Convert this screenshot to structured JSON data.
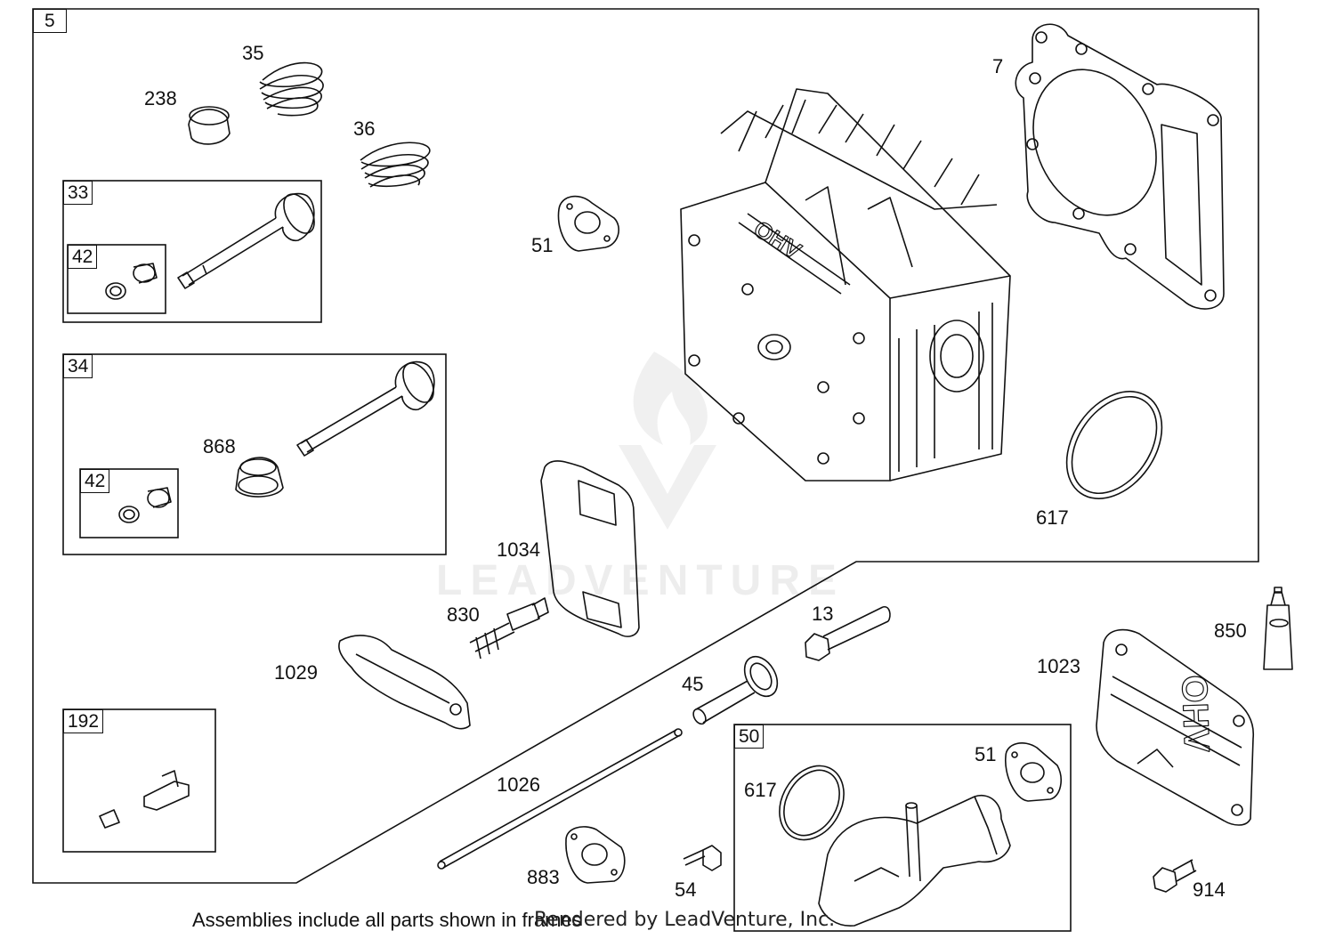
{
  "frames": {
    "main": "5",
    "intake_valve": "33",
    "intake_keepers": "42",
    "exhaust_valve": "34",
    "exhaust_keepers": "42",
    "breather": "192",
    "intake_elbow": "50"
  },
  "callouts": {
    "c238": "238",
    "c35": "35",
    "c36": "36",
    "c7": "7",
    "c51a": "51",
    "c617a": "617",
    "c868": "868",
    "c1034": "1034",
    "c830": "830",
    "c13": "13",
    "c1029": "1029",
    "c45": "45",
    "c850": "850",
    "c1023": "1023",
    "c1026": "1026",
    "c617b": "617",
    "c51b": "51",
    "c883": "883",
    "c54": "54",
    "c914": "914"
  },
  "footer": {
    "note": "Assemblies include all parts shown in frames",
    "rendered_by": "Rendered by LeadVenture, Inc."
  },
  "watermark": "LEADVENTURE"
}
